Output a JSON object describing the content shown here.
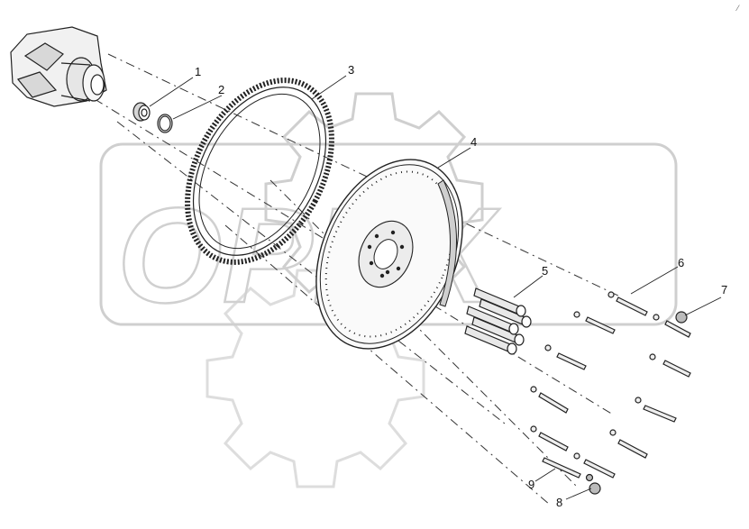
{
  "watermark": {
    "text": "OPEX"
  },
  "callouts": {
    "c1": "1",
    "c2": "2",
    "c3": "3",
    "c4": "4",
    "c5": "5",
    "c6": "6",
    "c7": "7",
    "c8": "8",
    "c9": "9"
  },
  "colors": {
    "line": "#222222",
    "watermark": "#d0d0d0",
    "background": "#ffffff"
  }
}
